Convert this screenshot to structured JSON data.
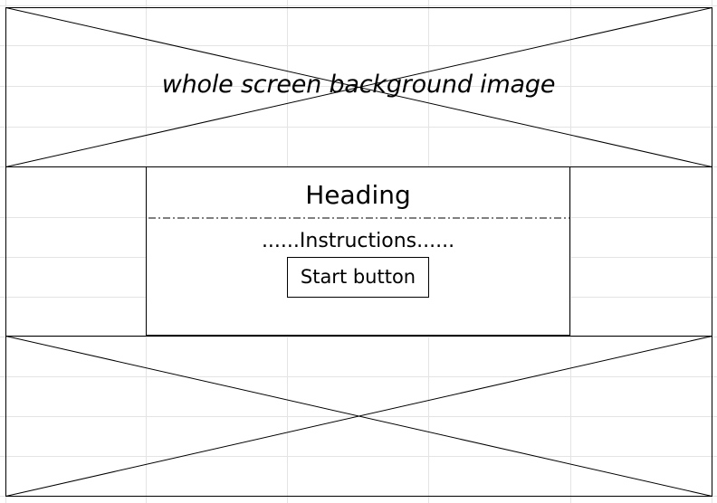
{
  "background": {
    "label": "whole screen background image",
    "kind": "image-placeholder"
  },
  "dialog": {
    "heading": "Heading",
    "instructions": "......Instructions......",
    "start_button_label": "Start button"
  },
  "colors": {
    "line": "#000000",
    "gridline": "#d9d9d9",
    "background": "#ffffff"
  }
}
